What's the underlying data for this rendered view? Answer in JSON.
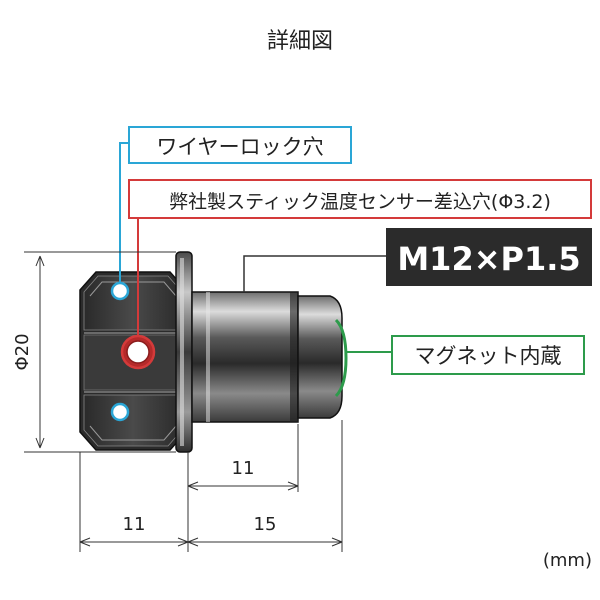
{
  "title": "詳細図",
  "callouts": {
    "wire_lock": {
      "text": "ワイヤーロック穴",
      "color": "#2aa6d6"
    },
    "sensor_hole": {
      "text": "弊社製スティック温度センサー差込穴(Φ3.2)",
      "color": "#d43a3a"
    },
    "thread": {
      "text": "M12×P1.5",
      "bg": "#2b2b2b",
      "fg": "#ffffff"
    },
    "magnet": {
      "text": "マグネット内蔵",
      "color": "#2d9b4b"
    }
  },
  "dimensions": {
    "diameter": "Φ20",
    "head_width": "11",
    "shank_length": "15",
    "thread_length": "11"
  },
  "unit": "(mm)",
  "colors": {
    "body_dark": "#3a3a3a",
    "body_light": "#cfcfcf",
    "line": "#222222"
  }
}
